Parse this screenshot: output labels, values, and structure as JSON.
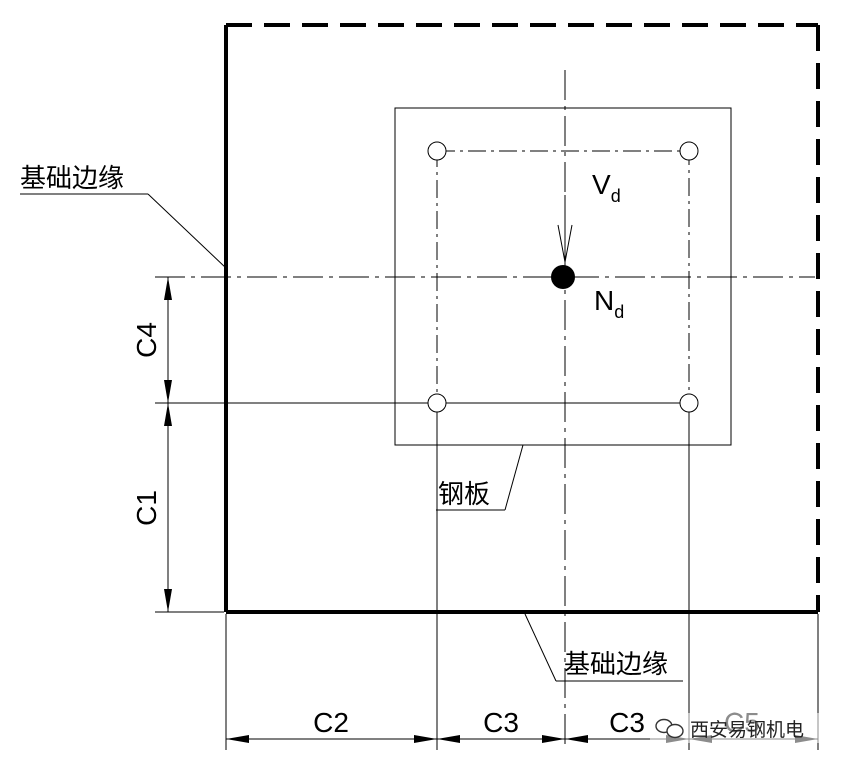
{
  "labels": {
    "foundation_edge_left": "基础边缘",
    "foundation_edge_bottom": "基础边缘",
    "steel_plate": "钢板",
    "shear_force_main": "V",
    "shear_force_sub": "d",
    "axial_force_main": "N",
    "axial_force_sub": "d"
  },
  "dimensions": {
    "c1": "C1",
    "c2": "C2",
    "c3_left": "C3",
    "c3_right": "C3",
    "c4": "C4",
    "c5": "C5"
  },
  "watermark": {
    "text": "西安易钢机电",
    "icon": "wechat-icon"
  },
  "colors": {
    "line": "#000000",
    "background": "#ffffff"
  }
}
